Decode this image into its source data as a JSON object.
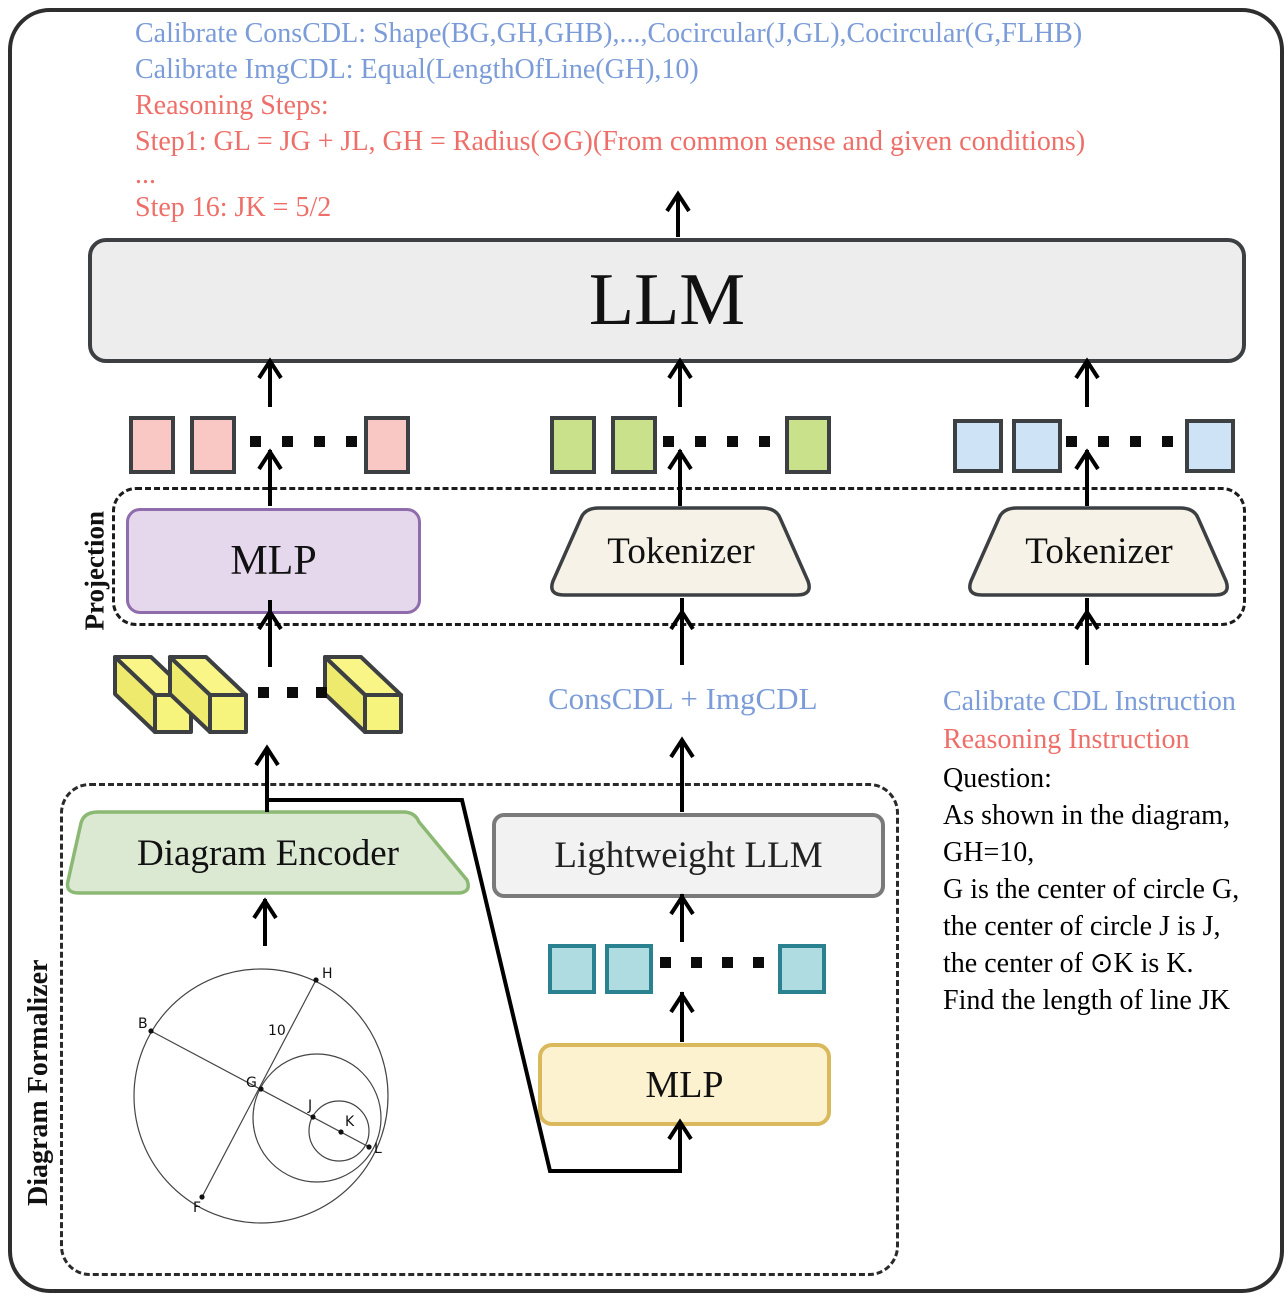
{
  "top": {
    "line1": "Calibrate ConsCDL: Shape(BG,GH,GHB),...,Cocircular(J,GL),Cocircular(G,FLHB)",
    "line2": "Calibrate ImgCDL: Equal(LengthOfLine(GH),10)",
    "line3": "Reasoning Steps:",
    "line4": "Step1: GL = JG + JL, GH = Radius(⊙G)(From common sense and given conditions)",
    "line5": "...",
    "line6": "Step 16: JK = 5/2"
  },
  "llm": {
    "label": "LLM"
  },
  "projection": {
    "label": "Projection",
    "mlp": "MLP",
    "tok1": "Tokenizer",
    "tok2": "Tokenizer"
  },
  "mid": {
    "conscdl": "ConsCDL + ImgCDL"
  },
  "right": {
    "calibrate": "Calibrate CDL Instruction",
    "reasoning": "Reasoning Instruction"
  },
  "question": {
    "lines": [
      "Question:",
      "As shown in the diagram,",
      "GH=10,",
      "G is the center of circle G,",
      "the center of circle J is J,",
      "the center of ⊙K is K.",
      "Find the length of line JK"
    ]
  },
  "form": {
    "label": "Diagram Formalizer",
    "encoder": "Diagram Encoder",
    "lwllm": "Lightweight LLM",
    "mlp": "MLP"
  },
  "geo": {
    "labels": {
      "B": "B",
      "H": "H",
      "G": "G",
      "J": "J",
      "K": "K",
      "L": "L",
      "F": "F",
      "measure": "10"
    }
  },
  "colors": {
    "annotation_blue": "#7b9cd8",
    "annotation_red": "#ee6f69",
    "token_pink": "#f9c7c4",
    "token_green": "#c9e18a",
    "token_blue": "#cfe3f7",
    "token_teal": "#aedce0",
    "mlp_purple": "#e5d7ec",
    "tokenizer_cream": "#f6f2e7",
    "encoder_green": "#dbe9d3",
    "mlp_yellow_fill": "#fdf2cf",
    "embedding_yellow": "#f7f47d"
  }
}
